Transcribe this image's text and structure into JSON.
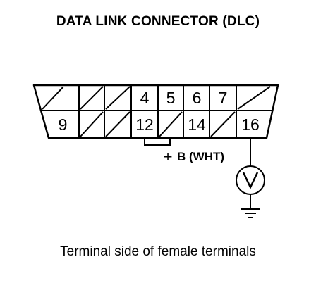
{
  "title": "DATA LINK CONNECTOR (DLC)",
  "caption": "Terminal side of female terminals",
  "connector": {
    "top_row_pins": [
      "4",
      "5",
      "6",
      "7"
    ],
    "bottom_row_pins": [
      "9",
      "12",
      "14",
      "16"
    ]
  },
  "supply_label": {
    "sign": "+",
    "text": "B (WHT)"
  },
  "meter": {
    "symbol": "V",
    "icon": "voltmeter-icon"
  },
  "ground_icon": "ground-icon"
}
